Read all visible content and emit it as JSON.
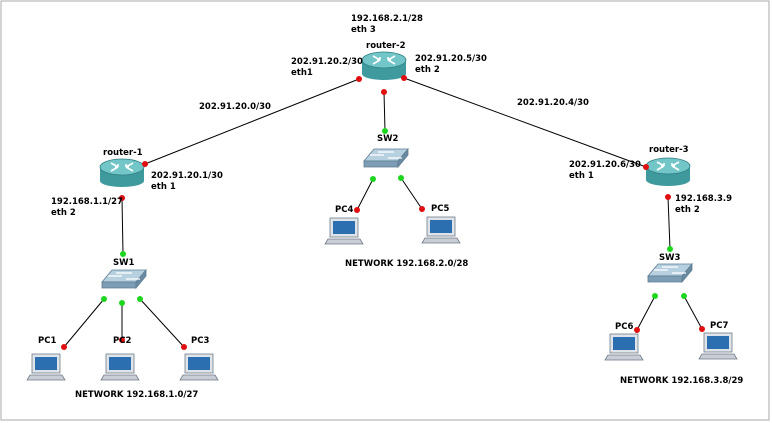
{
  "colors": {
    "link": "#000000",
    "port_up": "#1fd61f",
    "port_down": "#e01010",
    "router_body": "#3f9a9e",
    "router_top": "#72c6c8",
    "switch_body": "#8fb2c9",
    "screen": "#2c6fb0"
  },
  "routers": {
    "r1": {
      "name": "router-1"
    },
    "r2": {
      "name": "router-2"
    },
    "r3": {
      "name": "router-3"
    }
  },
  "switches": {
    "sw1": {
      "name": "SW1"
    },
    "sw2": {
      "name": "SW2"
    },
    "sw3": {
      "name": "SW3"
    }
  },
  "pcs": {
    "pc1": "PC1",
    "pc2": "PC2",
    "pc3": "PC3",
    "pc4": "PC4",
    "pc5": "PC5",
    "pc6": "PC6",
    "pc7": "PC7"
  },
  "link_labels": {
    "r1_r2": "202.91.20.0/30",
    "r2_r3": "202.91.20.4/30"
  },
  "interfaces": {
    "r2_eth3_ip": "192.168.2.1/28",
    "r2_eth3": "eth 3",
    "r2_eth1_ip": "202.91.20.2/30",
    "r2_eth1": "eth1",
    "r2_eth2_ip": "202.91.20.5/30",
    "r2_eth2": "eth 2",
    "r1_eth1_ip": "202.91.20.1/30",
    "r1_eth1": "eth 1",
    "r1_eth2_ip": "192.168.1.1/27",
    "r1_eth2": "eth 2",
    "r3_eth1_ip": "202.91.20.6/30",
    "r3_eth1": "eth 1",
    "r3_eth2_ip": "192.168.3.9",
    "r3_eth2": "eth 2"
  },
  "networks": {
    "net1": "NETWORK 192.168.1.0/27",
    "net2": "NETWORK 192.168.2.0/28",
    "net3": "NETWORK 192.168.3.8/29"
  },
  "icons": {
    "router": "router-icon",
    "switch": "switch-icon",
    "pc": "pc-icon"
  }
}
